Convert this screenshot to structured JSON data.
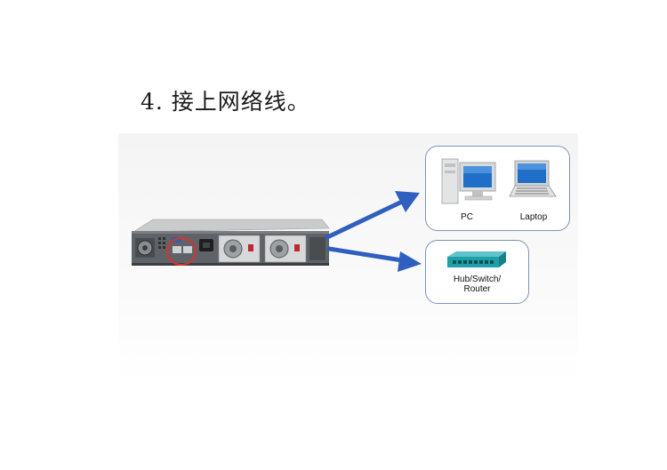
{
  "title": "4. 接上网络线。",
  "devices": {
    "pc_label": "PC",
    "laptop_label": "Laptop",
    "hub_label_line1": "Hub/Switch/",
    "hub_label_line2": "Router"
  },
  "colors": {
    "arrow": "#2f5fbf",
    "highlight_circle": "#d8332b",
    "box_border": "#7f93b6",
    "hub_teal": "#1f9fa8",
    "server_body": "#5f6368"
  }
}
